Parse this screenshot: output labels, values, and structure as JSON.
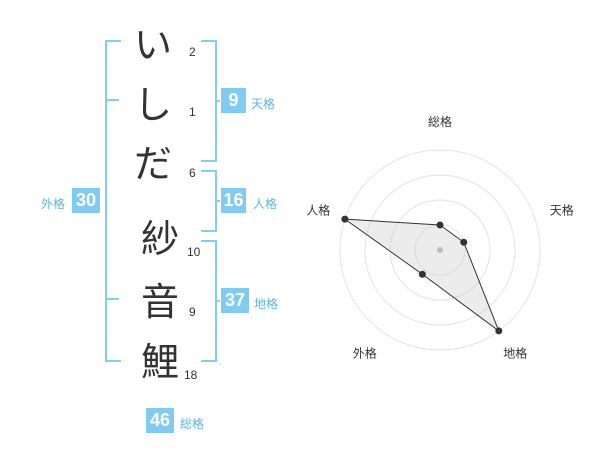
{
  "name_chars": [
    {
      "char": "い",
      "strokes": "2"
    },
    {
      "char": "し",
      "strokes": "1"
    },
    {
      "char": "だ",
      "strokes": "6"
    },
    {
      "char": "紗",
      "strokes": "10"
    },
    {
      "char": "音",
      "strokes": "9"
    },
    {
      "char": "鯉",
      "strokes": "18"
    }
  ],
  "fortunes": {
    "tenkaku": {
      "value": "9",
      "label": "天格"
    },
    "jinkaku": {
      "value": "16",
      "label": "人格"
    },
    "chikaku": {
      "value": "37",
      "label": "地格"
    },
    "gaikaku": {
      "value": "30",
      "label": "外格"
    },
    "soukaku": {
      "value": "46",
      "label": "総格"
    }
  },
  "colors": {
    "accent": "#7fcbf2",
    "bracket": "#82cdf3",
    "label": "#5ab4e5",
    "text": "#333333"
  },
  "chart_data": {
    "type": "radar",
    "axes": [
      "総格",
      "天格",
      "地格",
      "外格",
      "人格"
    ],
    "values": [
      1,
      1,
      4,
      1.2,
      4
    ],
    "rmax": 4,
    "rings": 4
  }
}
